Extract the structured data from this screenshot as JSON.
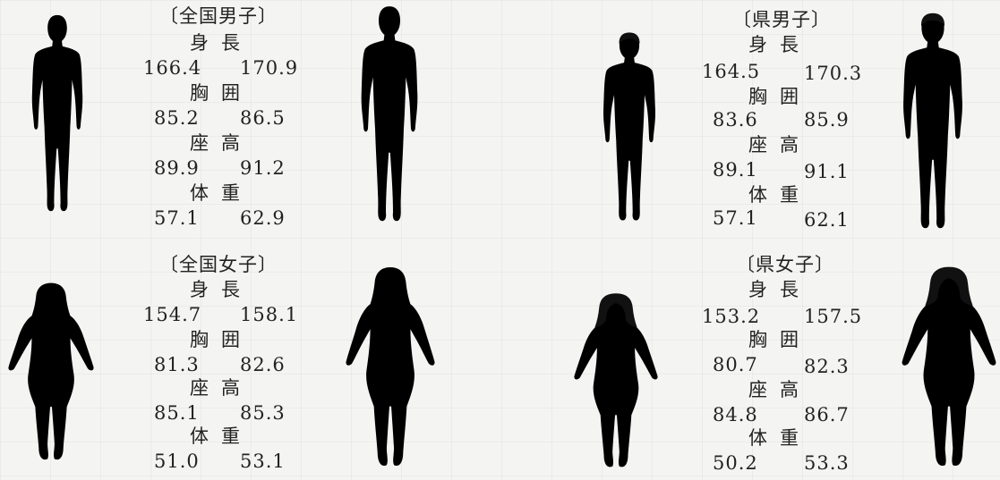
{
  "groups": [
    {
      "id": "national-male",
      "title": "〔全国男子〕",
      "rows": [
        {
          "label": "身長",
          "v1": "166.4",
          "v2": "170.9"
        },
        {
          "label": "胸囲",
          "v1": "85.2",
          "v2": "86.5"
        },
        {
          "label": "座高",
          "v1": "89.9",
          "v2": "91.2"
        },
        {
          "label": "体重",
          "v1": "57.1",
          "v2": "62.9"
        }
      ]
    },
    {
      "id": "prefecture-male",
      "title": "〔県男子〕",
      "rows": [
        {
          "label": "身長",
          "v1": "164.5",
          "v2": "170.3"
        },
        {
          "label": "胸囲",
          "v1": "83.6",
          "v2": "85.9"
        },
        {
          "label": "座高",
          "v1": "89.1",
          "v2": "91.1"
        },
        {
          "label": "体重",
          "v1": "57.1",
          "v2": "62.1"
        }
      ]
    },
    {
      "id": "national-female",
      "title": "〔全国女子〕",
      "rows": [
        {
          "label": "身長",
          "v1": "154.7",
          "v2": "158.1"
        },
        {
          "label": "胸囲",
          "v1": "81.3",
          "v2": "82.6"
        },
        {
          "label": "座高",
          "v1": "85.1",
          "v2": "85.3"
        },
        {
          "label": "体重",
          "v1": "51.0",
          "v2": "53.1"
        }
      ]
    },
    {
      "id": "prefecture-female",
      "title": "〔県女子〕",
      "rows": [
        {
          "label": "身長",
          "v1": "153.2",
          "v2": "157.5"
        },
        {
          "label": "胸囲",
          "v1": "80.7",
          "v2": "82.3"
        },
        {
          "label": "座高",
          "v1": "84.8",
          "v2": "86.7"
        },
        {
          "label": "体重",
          "v1": "50.2",
          "v2": "53.3"
        }
      ]
    }
  ],
  "icons": {
    "male_small": "male-silhouette-icon",
    "male_large": "male-silhouette-large-icon",
    "female_small": "female-silhouette-icon",
    "female_large": "female-silhouette-large-icon"
  }
}
